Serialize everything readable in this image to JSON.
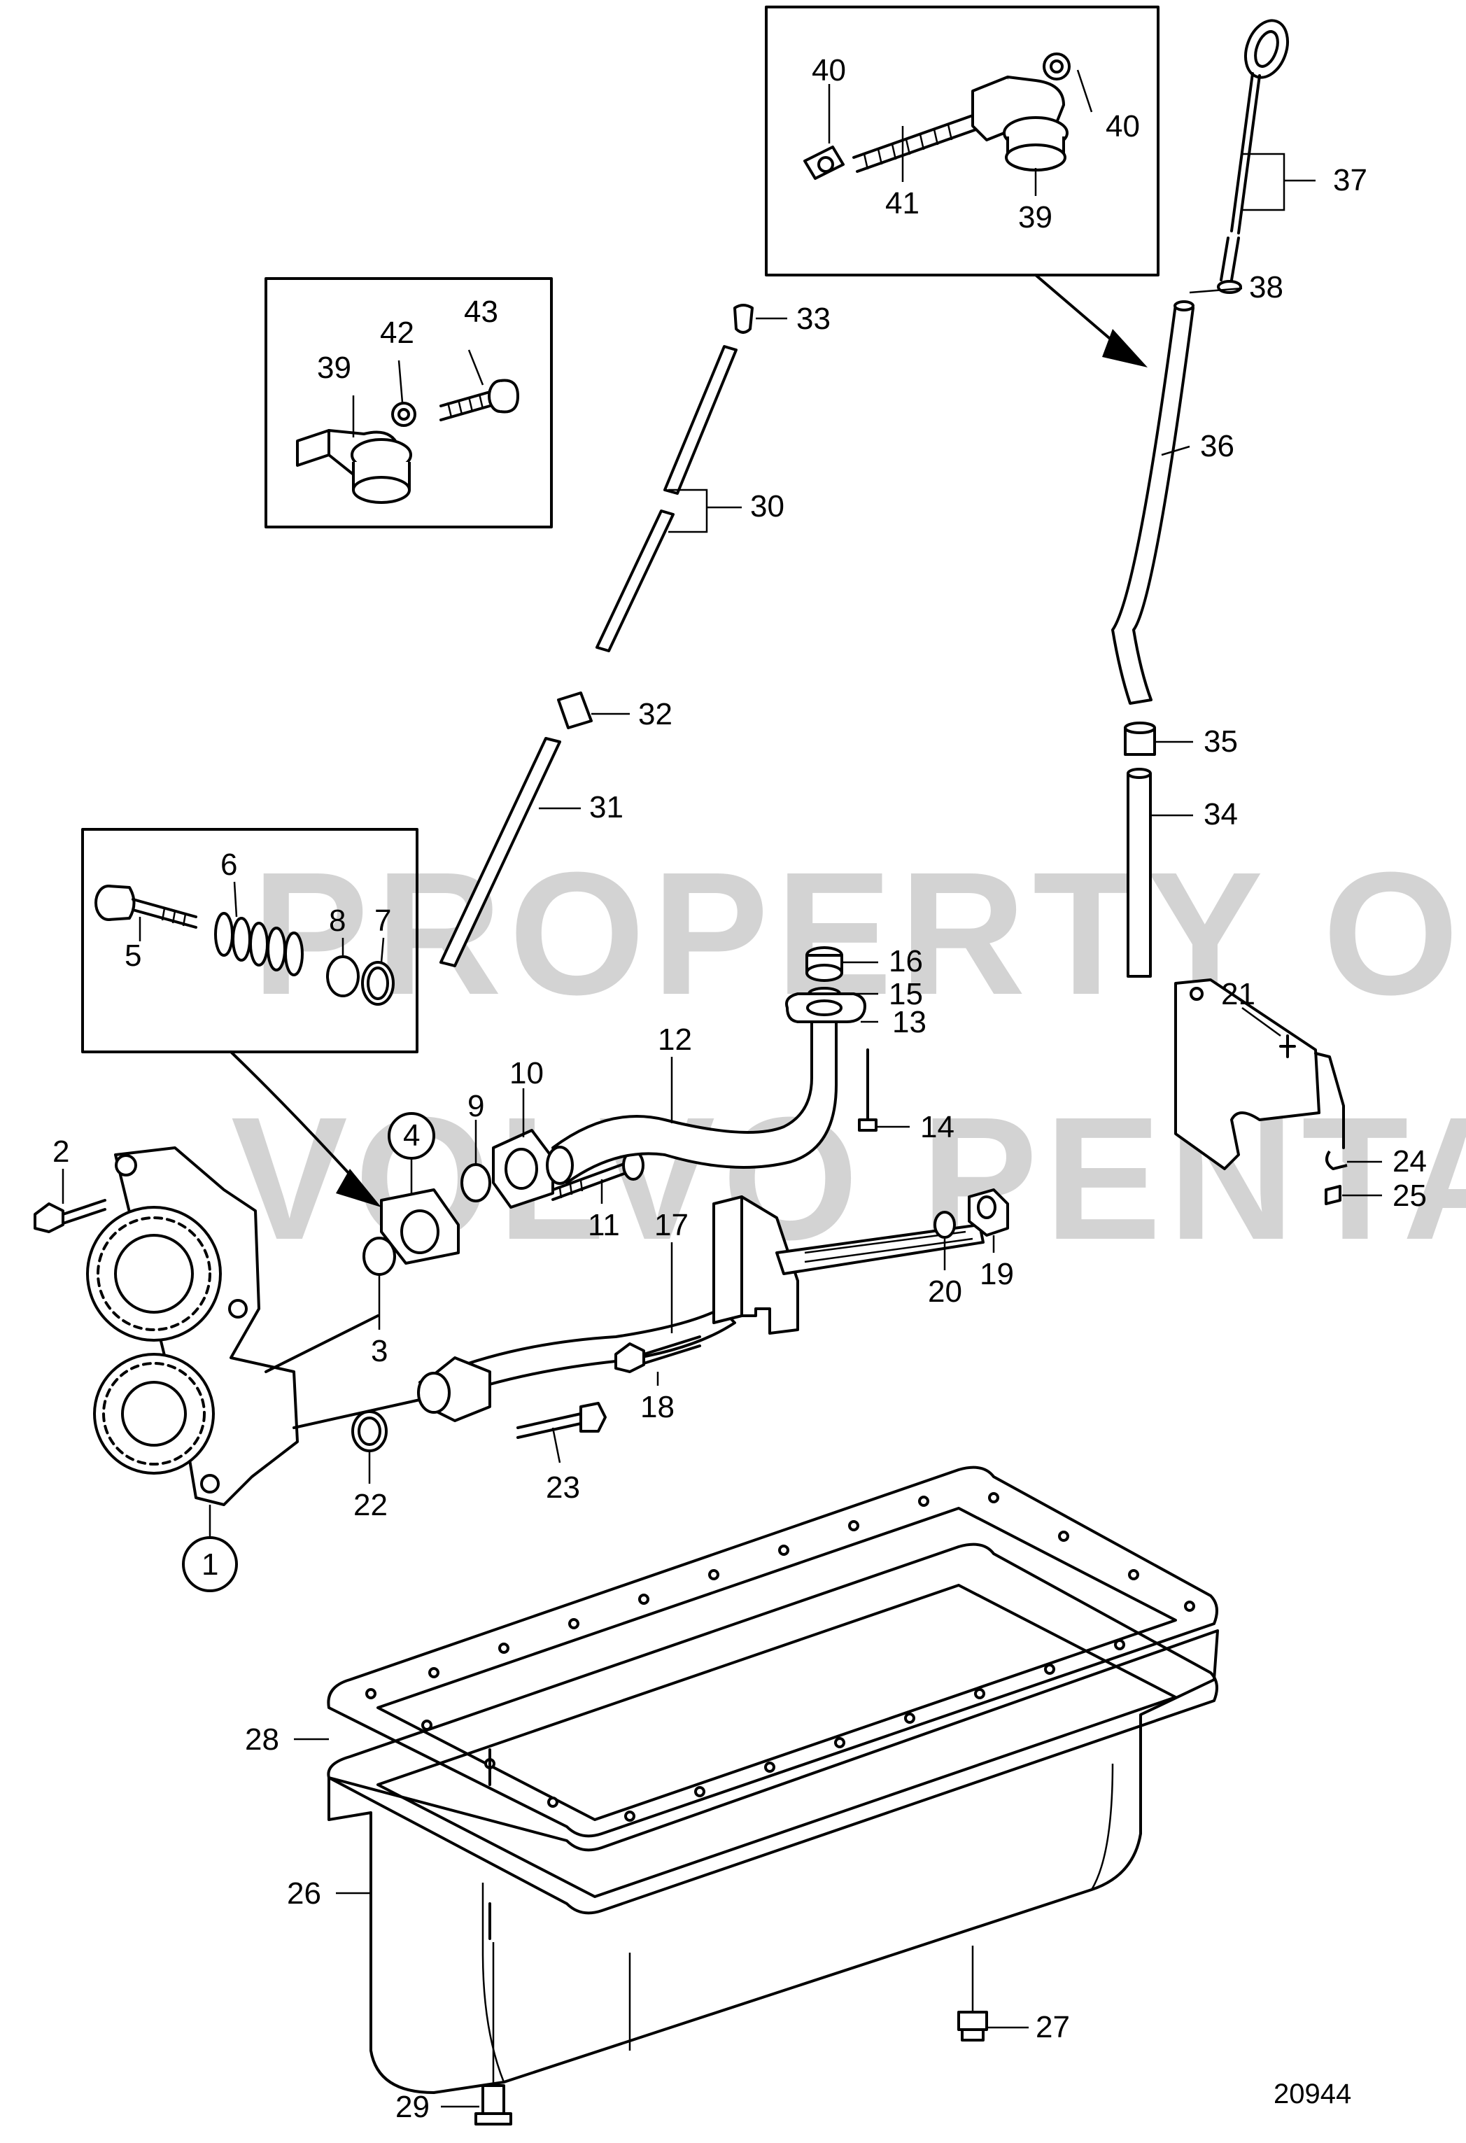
{
  "watermark": {
    "line1": "PROPERTY OF",
    "line2": "VOLVO PENTA"
  },
  "reference_number": "20944",
  "callouts": {
    "c1": "1",
    "c2": "2",
    "c3": "3",
    "c4": "4",
    "c5": "5",
    "c6": "6",
    "c7": "7",
    "c8": "8",
    "c9": "9",
    "c10": "10",
    "c11": "11",
    "c12": "12",
    "c13": "13",
    "c14": "14",
    "c15": "15",
    "c16": "16",
    "c17": "17",
    "c18": "18",
    "c19": "19",
    "c20": "20",
    "c21": "21",
    "c22": "22",
    "c23": "23",
    "c24": "24",
    "c25": "25",
    "c26": "26",
    "c27": "27",
    "c28": "28",
    "c29": "29",
    "c30": "30",
    "c31": "31",
    "c32": "32",
    "c33": "33",
    "c34": "34",
    "c35": "35",
    "c36": "36",
    "c37": "37",
    "c38": "38",
    "c39a": "39",
    "c39b": "39",
    "c40a": "40",
    "c40b": "40",
    "c41": "41",
    "c42": "42",
    "c43": "43"
  }
}
